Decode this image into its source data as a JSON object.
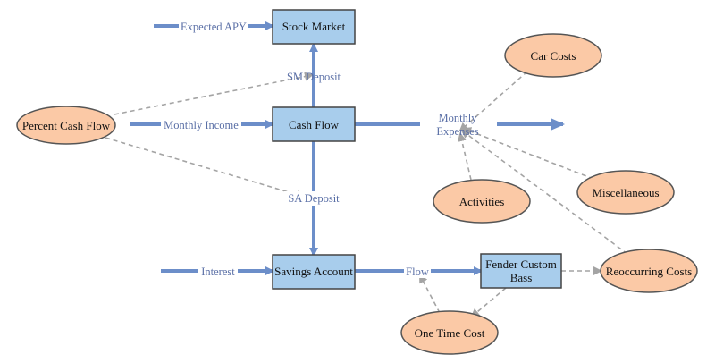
{
  "stocks": {
    "stock_market": "Stock Market",
    "cash_flow": "Cash Flow",
    "savings_account": "Savings Account",
    "fender_custom_bass": [
      "Fender Custom",
      "Bass"
    ]
  },
  "flows": {
    "expected_apy": "Expected APY",
    "sm_deposit": "SM Deposit",
    "monthly_income": "Monthly Income",
    "monthly_expenses": [
      "Monthly",
      "Expenses"
    ],
    "sa_deposit": "SA Deposit",
    "interest": "Interest",
    "flow": "Flow"
  },
  "auxiliaries": {
    "percent_cash_flow": "Percent Cash Flow",
    "car_costs": "Car Costs",
    "activities": "Activities",
    "miscellaneous": "Miscellaneous",
    "reoccurring_costs": "Reoccurring Costs",
    "one_time_cost": "One Time Cost"
  },
  "colors": {
    "stock_fill": "#a8cdec",
    "aux_fill": "#fbc9a6",
    "flow_line": "#6c8ec9",
    "link_line": "#a4a4a4",
    "label_text": "#5a6fa6"
  }
}
